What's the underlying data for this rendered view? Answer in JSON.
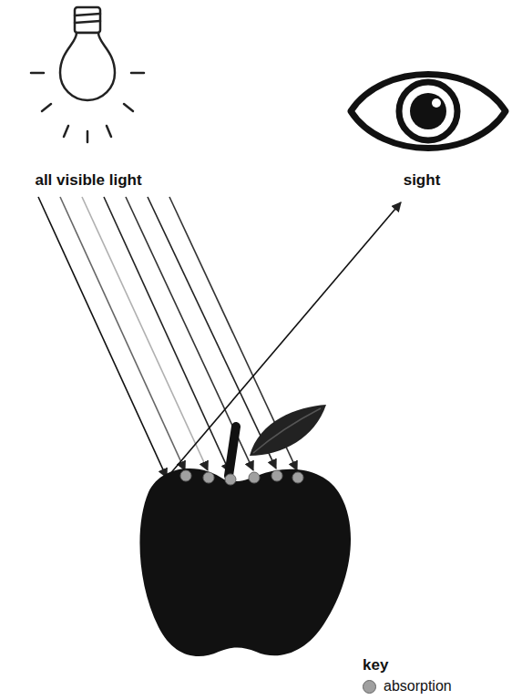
{
  "diagram": {
    "labels": [
      "all visible light",
      "sight",
      "key"
    ],
    "legend": [
      {
        "text": "absorption",
        "color": "#a0a0a0"
      }
    ]
  }
}
